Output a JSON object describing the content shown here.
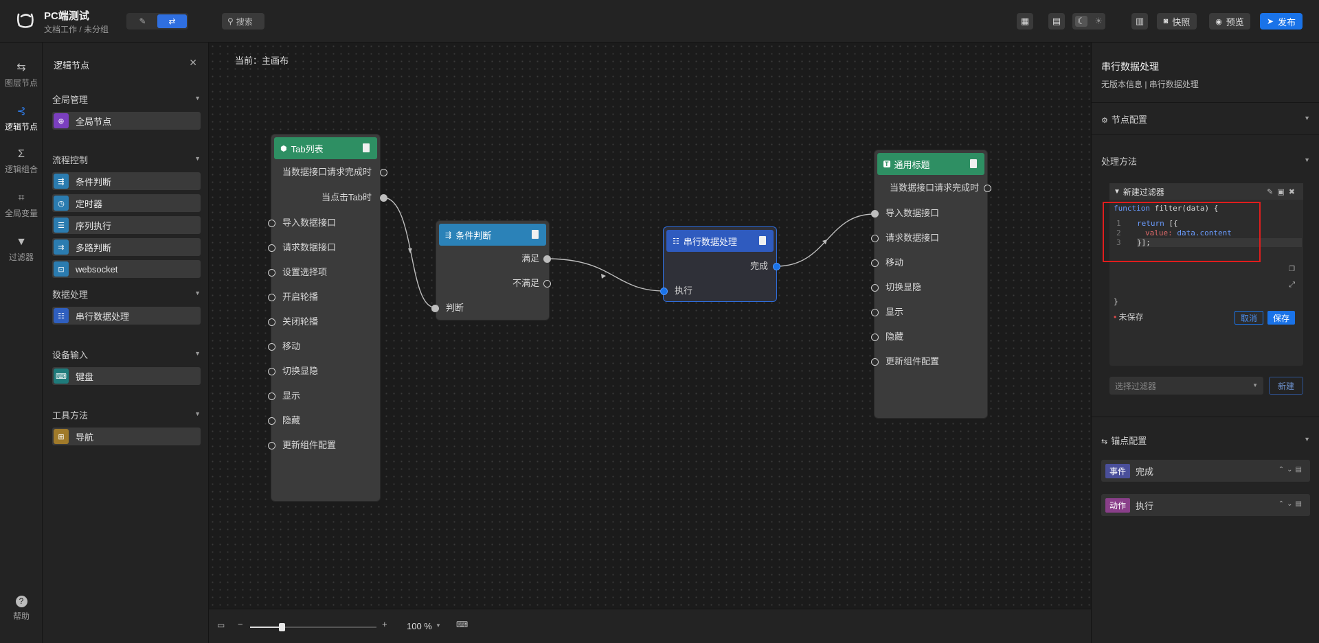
{
  "app": {
    "title": "PC端测试",
    "subtitle": "文档工作 / 未分组",
    "search_label": "搜索"
  },
  "toolbar": {
    "snapshot_label": "快照",
    "preview_label": "预览",
    "publish_label": "发布"
  },
  "iconbar": {
    "items": [
      {
        "label": "图层节点",
        "icon": "layers-icon"
      },
      {
        "label": "逻辑节点",
        "icon": "logic-node-icon"
      },
      {
        "label": "逻辑组合",
        "icon": "sigma-icon"
      },
      {
        "label": "全局变量",
        "icon": "variables-icon"
      },
      {
        "label": "过滤器",
        "icon": "filter-icon"
      }
    ],
    "help_label": "帮助"
  },
  "left_panel": {
    "title": "逻辑节点",
    "groups": [
      {
        "title": "全局管理",
        "items": [
          {
            "label": "全局节点",
            "color": "#7b3fbf",
            "icon": "globe-icon"
          }
        ]
      },
      {
        "title": "流程控制",
        "items": [
          {
            "label": "条件判断",
            "color": "#2b7cb0",
            "icon": "branch-icon"
          },
          {
            "label": "定时器",
            "color": "#2b7cb0",
            "icon": "clock-icon"
          },
          {
            "label": "序列执行",
            "color": "#2b7cb0",
            "icon": "list-icon"
          },
          {
            "label": "多路判断",
            "color": "#2b7cb0",
            "icon": "multi-branch-icon"
          },
          {
            "label": "websocket",
            "color": "#2b7cb0",
            "icon": "socket-icon"
          }
        ]
      },
      {
        "title": "数据处理",
        "items": [
          {
            "label": "串行数据处理",
            "color": "#2f5fbf",
            "icon": "serial-icon"
          }
        ]
      },
      {
        "title": "设备输入",
        "items": [
          {
            "label": "键盘",
            "color": "#1f7b7b",
            "icon": "keyboard-icon"
          }
        ]
      },
      {
        "title": "工具方法",
        "items": [
          {
            "label": "导航",
            "color": "#a07a2a",
            "icon": "nav-icon"
          }
        ]
      }
    ]
  },
  "canvas": {
    "breadcrumb": "当前：主画布",
    "zoom": "100 %",
    "nodes": {
      "tab_list": {
        "title": "Tab列表",
        "color": "#2e8f63",
        "outputs": [
          "当数据接口请求完成时",
          "当点击Tab时"
        ],
        "inputs": [
          "导入数据接口",
          "请求数据接口",
          "设置选择项",
          "开启轮播",
          "关闭轮播",
          "移动",
          "切换显隐",
          "显示",
          "隐藏",
          "更新组件配置"
        ]
      },
      "condition": {
        "title": "条件判断",
        "color": "#2b82b8",
        "outputs": [
          "满足",
          "不满足"
        ],
        "inputs": [
          "判断"
        ]
      },
      "serial": {
        "title": "串行数据处理",
        "color": "#2f5bbf",
        "outputs": [
          "完成"
        ],
        "inputs": [
          "执行"
        ]
      },
      "title_node": {
        "title": "通用标题",
        "color": "#2e8f63",
        "outputs": [
          "当数据接口请求完成时"
        ],
        "inputs": [
          "导入数据接口",
          "请求数据接口",
          "移动",
          "切换显隐",
          "显示",
          "隐藏",
          "更新组件配置"
        ]
      }
    }
  },
  "right_panel": {
    "title": "串行数据处理",
    "subtitle": "无版本信息 | 串行数据处理",
    "node_config_label": "节点配置",
    "method_label": "处理方法",
    "editor": {
      "title": "新建过滤器",
      "line0": "function filter(data) {",
      "line1_kw": "return",
      "line1_rest": " [{",
      "line2_key": "value:",
      "line2_val": "data.content",
      "line3": "}];",
      "closing": "}",
      "unsaved_label": "未保存",
      "cancel_label": "取消",
      "save_label": "保存",
      "line_numbers": [
        "1",
        "2",
        "3"
      ]
    },
    "filter_select_placeholder": "选择过滤器",
    "new_label": "新建",
    "anchor_config_label": "锚点配置",
    "anchors": [
      {
        "tag": "事件",
        "name": "完成",
        "color": "#4a4f9a"
      },
      {
        "tag": "动作",
        "name": "执行",
        "color": "#8a3f8a"
      }
    ]
  }
}
